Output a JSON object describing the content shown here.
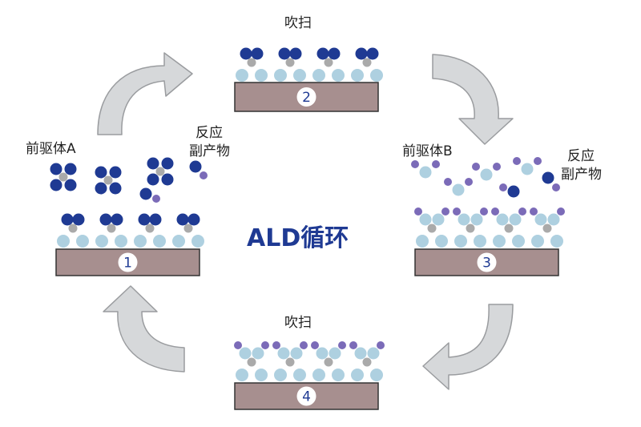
{
  "center_title": "ALD循环",
  "steps": [
    {
      "number": "1"
    },
    {
      "number": "2",
      "label": "吹扫"
    },
    {
      "number": "3"
    },
    {
      "number": "4",
      "label": "吹扫"
    }
  ],
  "labels": {
    "precursor_a": "前驱体A",
    "precursor_b": "前驱体B",
    "byproduct_1_line1": "反应",
    "byproduct_1_line2": "副产物",
    "byproduct_2_line1": "反应",
    "byproduct_2_line2": "副产物"
  },
  "colors": {
    "precursor_a": "#1f3a93",
    "precursor_b": "#7b6bb8",
    "ligand_light": "#aed0e0",
    "center_atom": "#aaaaaa",
    "substrate": "#a78f8f",
    "arrow_fill": "#d6d8da",
    "arrow_stroke": "#9a9c9f",
    "title": "#1f3a93"
  }
}
